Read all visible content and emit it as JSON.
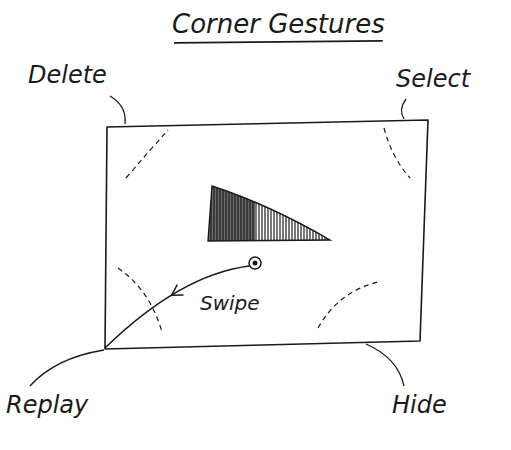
{
  "diagram": {
    "title": "Corner Gestures",
    "labels": [
      "Delete",
      "Select",
      "Swipe",
      "Replay",
      "Hide"
    ]
  }
}
